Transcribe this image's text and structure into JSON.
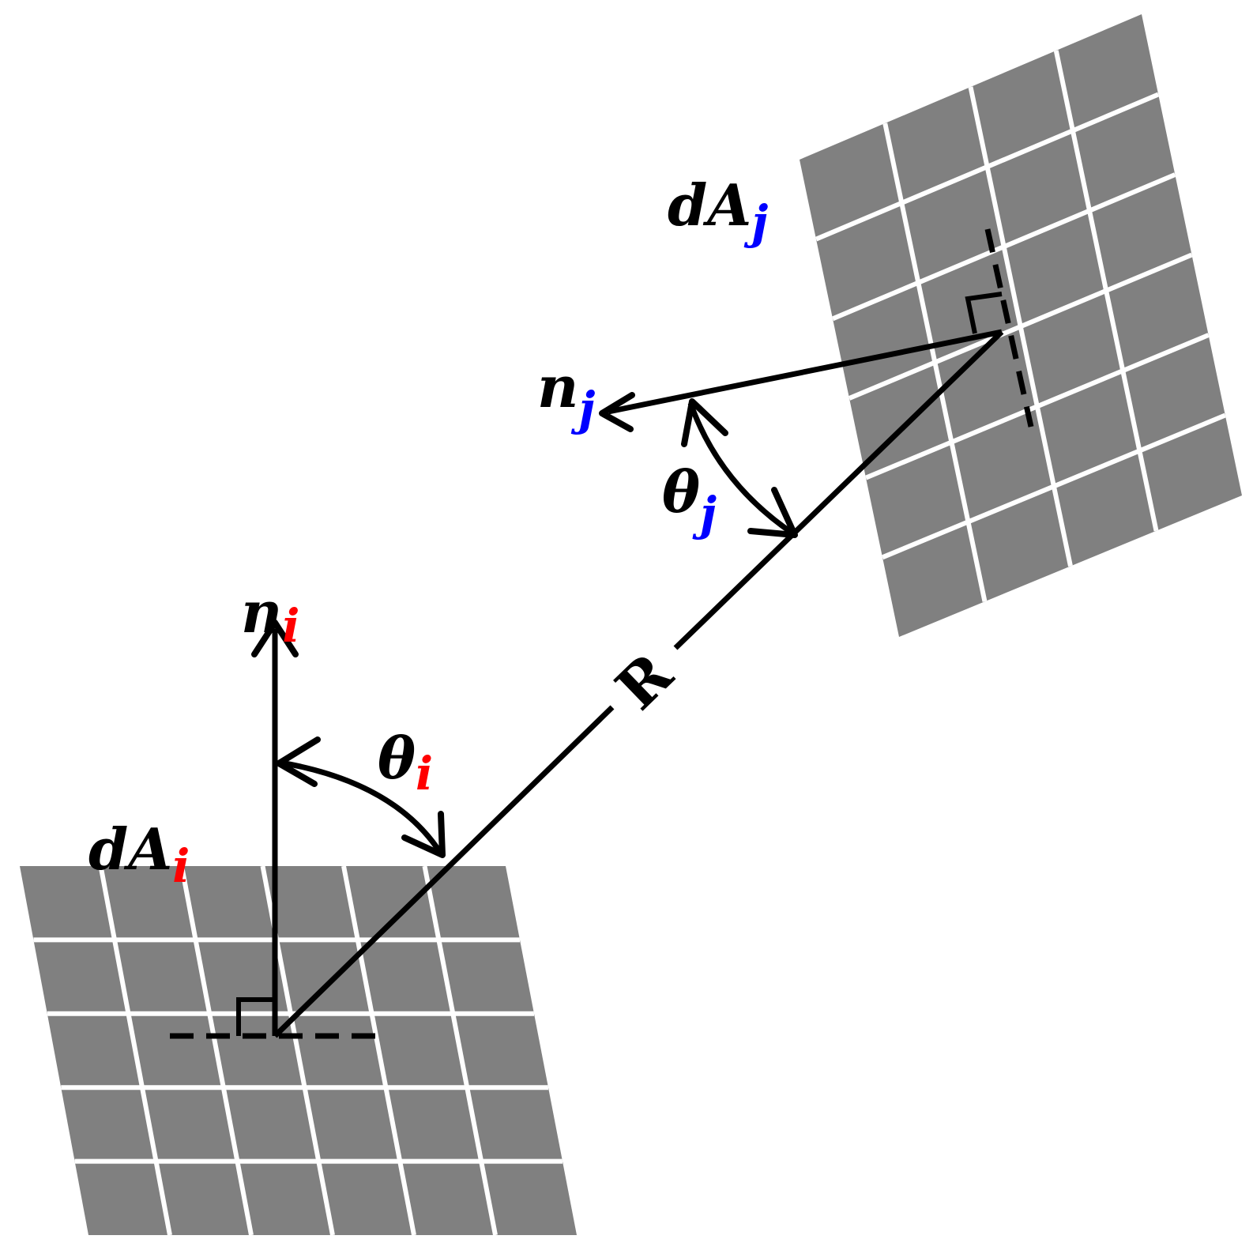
{
  "labels": {
    "dAi": {
      "base": "dA",
      "sub": "i"
    },
    "dAj": {
      "base": "dA",
      "sub": "j"
    },
    "ni": {
      "base": "n",
      "sub": "i"
    },
    "nj": {
      "base": "n",
      "sub": "j"
    },
    "theta_i": {
      "base": "θ",
      "sub": "i"
    },
    "theta_j": {
      "base": "θ",
      "sub": "j"
    },
    "R": "R"
  },
  "colors": {
    "patch": "#808080",
    "grid_line": "#ffffff",
    "ink": "#000000",
    "subscript_i": "#ff0000",
    "subscript_j": "#0000ff"
  },
  "patches": {
    "dAi": {
      "rows": 5,
      "cols": 6
    },
    "dAj": {
      "rows": 6,
      "cols": 4
    }
  }
}
